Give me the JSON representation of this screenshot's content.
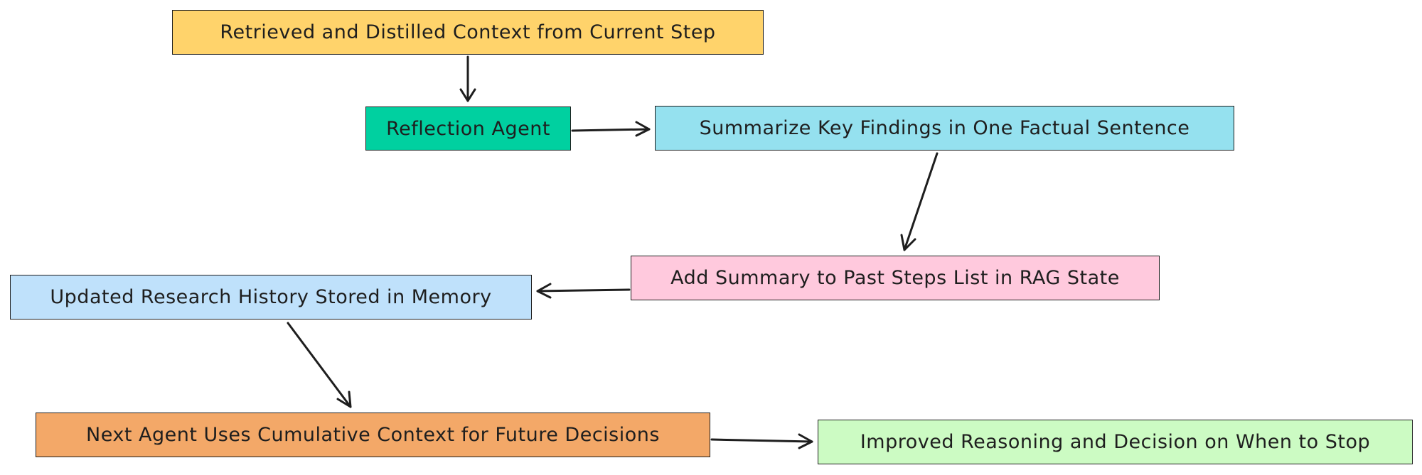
{
  "nodes": [
    {
      "id": "n1",
      "label": "Retrieved and Distilled Context from Current Step",
      "color": "#ffd36b"
    },
    {
      "id": "n2",
      "label": "Reflection Agent",
      "color": "#00d0a0"
    },
    {
      "id": "n3",
      "label": "Summarize Key Findings in One Factual Sentence",
      "color": "#95e1ef"
    },
    {
      "id": "n4",
      "label": "Add Summary to Past Steps List in RAG State",
      "color": "#ffc9dd"
    },
    {
      "id": "n5",
      "label": "Updated Research History Stored in Memory",
      "color": "#bfe1fb"
    },
    {
      "id": "n6",
      "label": "Next Agent Uses Cumulative Context for Future Decisions",
      "color": "#f3a868"
    },
    {
      "id": "n7",
      "label": "Improved Reasoning and Decision on When to Stop",
      "color": "#ccfbc3"
    }
  ],
  "edges": [
    {
      "from": "n1",
      "to": "n2"
    },
    {
      "from": "n2",
      "to": "n3"
    },
    {
      "from": "n3",
      "to": "n4"
    },
    {
      "from": "n4",
      "to": "n5"
    },
    {
      "from": "n5",
      "to": "n6"
    },
    {
      "from": "n6",
      "to": "n7"
    }
  ]
}
